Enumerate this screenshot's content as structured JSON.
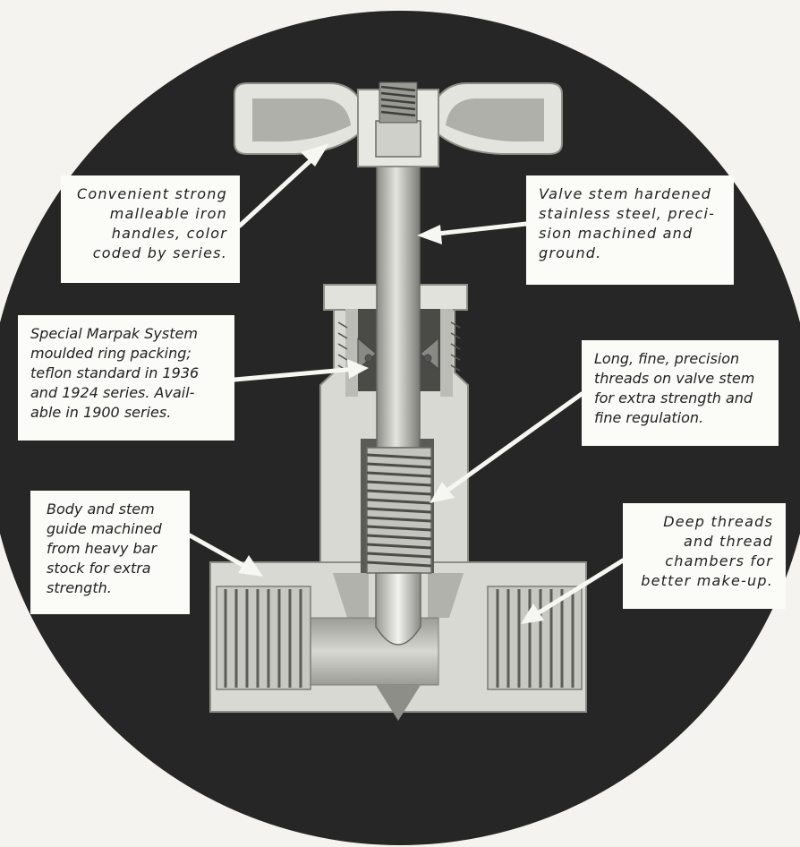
{
  "colors": {
    "background": "#f4f3ef",
    "disk": "#262626",
    "metal_light": "#dcdcd6",
    "metal_mid": "#b4b4ae",
    "metal_dark": "#6e6e6a",
    "callout_bg": "#fbfbf8",
    "text": "#222222"
  },
  "callouts": {
    "handle": {
      "lines": [
        "Convenient strong",
        "malleable iron",
        "handles, color",
        "coded by series."
      ]
    },
    "stem": {
      "lines": [
        "Valve stem hardened",
        "stainless steel, preci-",
        "sion machined and",
        "ground."
      ]
    },
    "packing": {
      "lines": [
        "Special Marpak System",
        "moulded ring packing;",
        "teflon standard in 1936",
        "and 1924 series. Avail-",
        "able in 1900 series."
      ]
    },
    "threads": {
      "lines": [
        "Long, fine, precision",
        "threads on valve stem",
        "for extra strength and",
        "fine regulation."
      ]
    },
    "body": {
      "lines": [
        "Body and stem",
        "guide machined",
        "from heavy bar",
        "stock for extra",
        "strength."
      ]
    },
    "deep_threads": {
      "lines": [
        "Deep threads",
        "and thread",
        "chambers for",
        "better make-up."
      ]
    }
  }
}
